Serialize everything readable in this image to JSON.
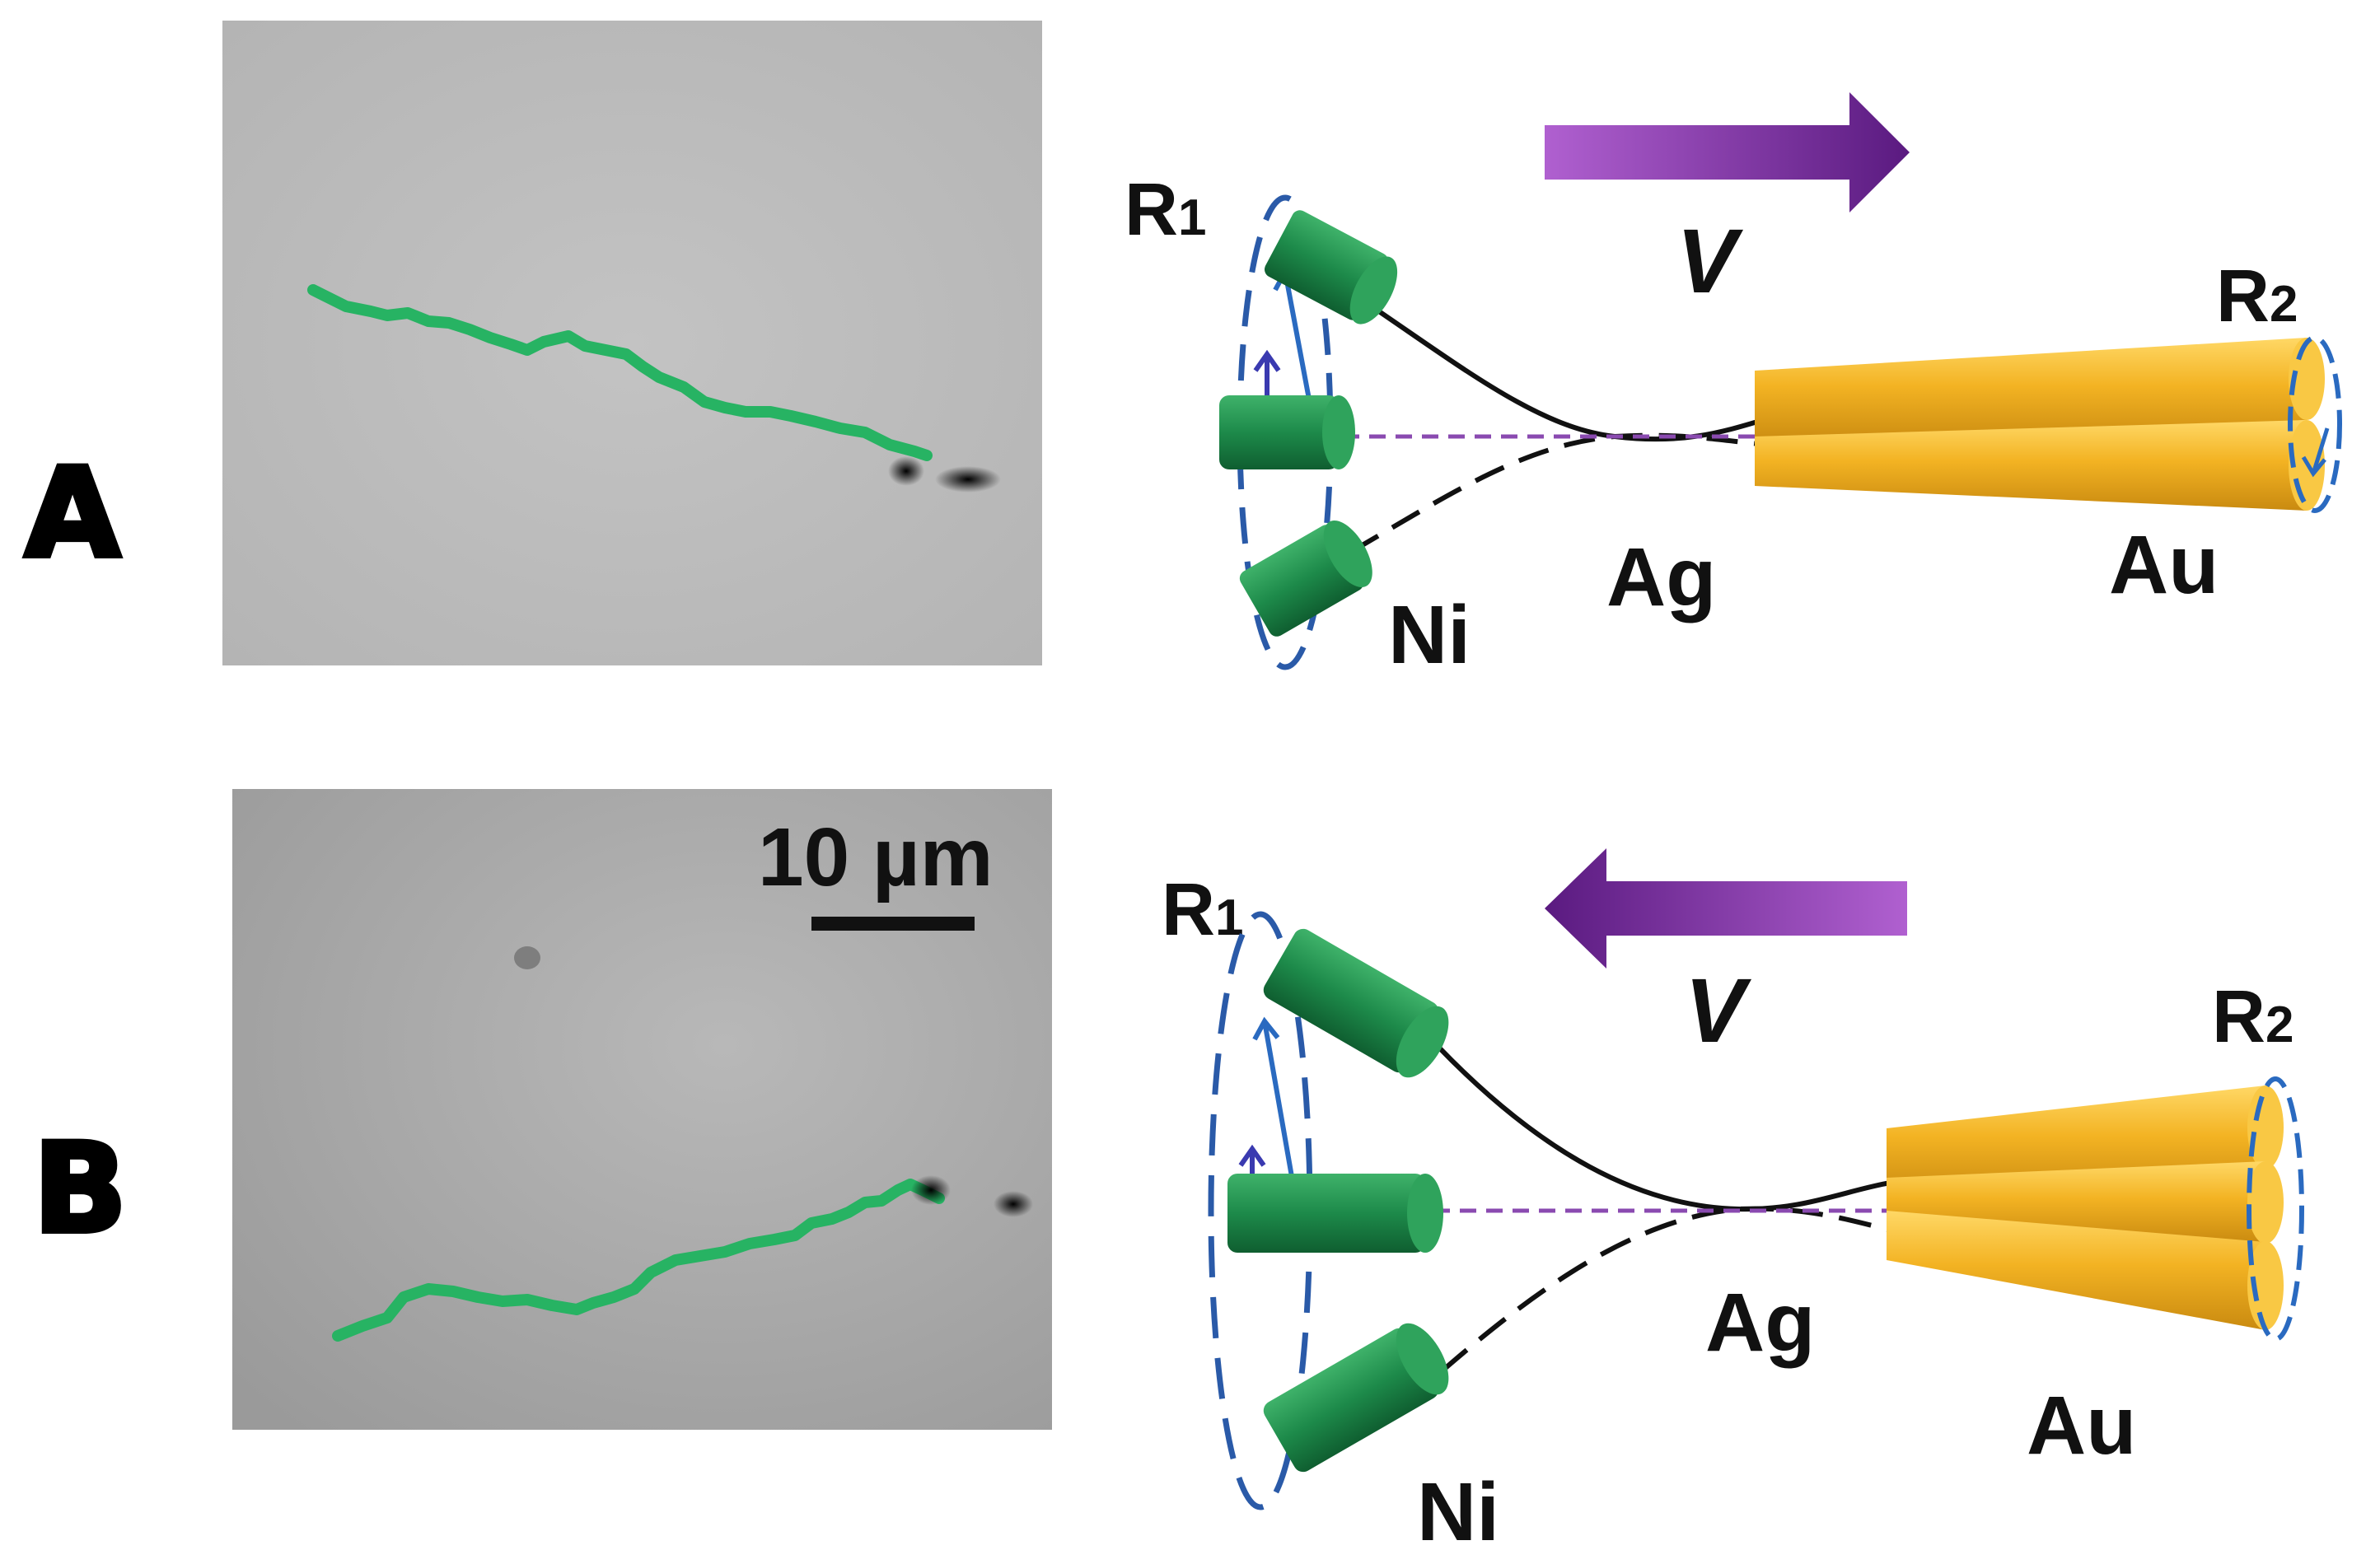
{
  "panels": [
    {
      "letter": "A",
      "labels": {
        "r1": "R",
        "r1_sub": "1",
        "r2": "R",
        "r2_sub": "2",
        "velocity": "V",
        "ni": "Ni",
        "ag": "Ag",
        "au": "Au"
      },
      "arrow_direction": "right"
    },
    {
      "letter": "B",
      "labels": {
        "r1": "R",
        "r1_sub": "1",
        "r2": "R",
        "r2_sub": "2",
        "velocity": "V",
        "ni": "Ni",
        "ag": "Ag",
        "au": "Au"
      },
      "scale_bar": "10 µm",
      "arrow_direction": "left"
    }
  ],
  "colors": {
    "ni_green": "#1d8a4a",
    "au_gold": "#f3b323",
    "trajectory_green": "#27b363",
    "arrow_purple": "#7a2ea0",
    "dash_blue": "#2a5aa8",
    "dash_purple": "#8a4ab0"
  }
}
